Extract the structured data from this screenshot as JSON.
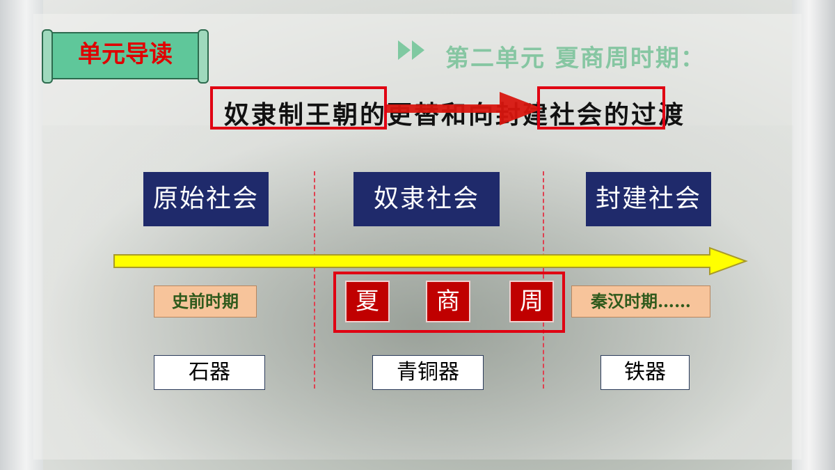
{
  "badge": {
    "label": "单元导读"
  },
  "unit": {
    "title": "第二单元  夏商周时期："
  },
  "subtitle": {
    "part1": "奴隶制王朝",
    "part2": "的更替和向",
    "part3": "封建社会",
    "part4": "的过渡"
  },
  "eras": [
    "原始社会",
    "奴隶社会",
    "封建社会"
  ],
  "periods": [
    "史前时期",
    "秦汉时期……"
  ],
  "dynasties": [
    "夏",
    "商",
    "周"
  ],
  "tools": [
    "石器",
    "青铜器",
    "铁器"
  ],
  "colors": {
    "era_bg": "#1f2a6b",
    "dynasty_bg": "#c00000",
    "highlight_red": "#e00012",
    "timeline_yellow": "#ffff00",
    "badge_green": "#5fc79a",
    "period_bg": "#f7c49b"
  },
  "icons": {
    "bullet": "double-chevron-icon",
    "timeline": "arrow-right-icon",
    "transition": "arrow-right-icon"
  }
}
